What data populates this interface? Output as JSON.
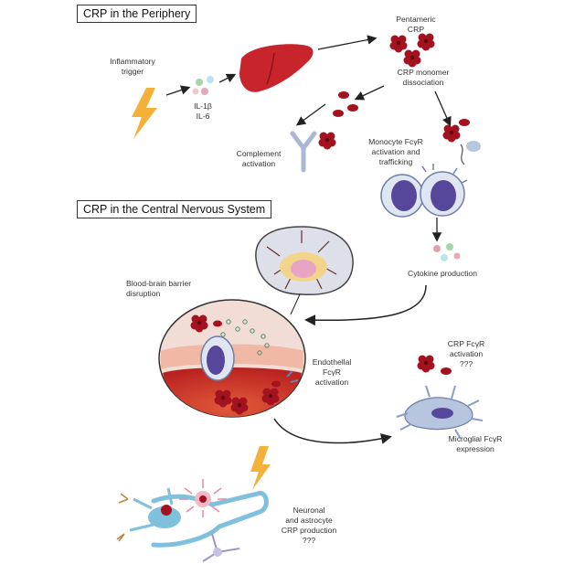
{
  "sections": {
    "periphery": "CRP in the Periphery",
    "cns": "CRP in the Central Nervous System"
  },
  "labels": {
    "inflammatory_trigger": [
      "Inflammatory",
      "trigger"
    ],
    "cytokines": [
      "IL-1β",
      "IL-6"
    ],
    "pentameric_crp": [
      "Pentameric",
      "CRP"
    ],
    "monomer_dissociation": [
      "CRP monomer",
      "dissociation"
    ],
    "complement_activation": [
      "Complement",
      "activation"
    ],
    "monocyte_fcgr": [
      "Monocyte FcγR",
      "activation and",
      "trafficking"
    ],
    "cytokine_production": [
      "Cytokine production"
    ],
    "bbb_disruption": [
      "Blood-brain barrier",
      "disruption"
    ],
    "endothelial_fcgr": [
      "Endothellal",
      "FcγR",
      "activation"
    ],
    "crp_fcgr": [
      "CRP FcγR",
      "activation",
      "???"
    ],
    "microglial_fcgr": [
      "Microglial FcγR",
      "expression"
    ],
    "neuronal_crp": [
      "Neuronal",
      "and astrocyte",
      "CRP production",
      "???"
    ]
  },
  "colors": {
    "crp_red": "#a5121f",
    "liver": "#c8242c",
    "cell_blue": "#b7c6de",
    "nucleus": "#56479a",
    "lightning": "#f4b13a",
    "vessel": "#c23128",
    "arrow": "#222222"
  }
}
